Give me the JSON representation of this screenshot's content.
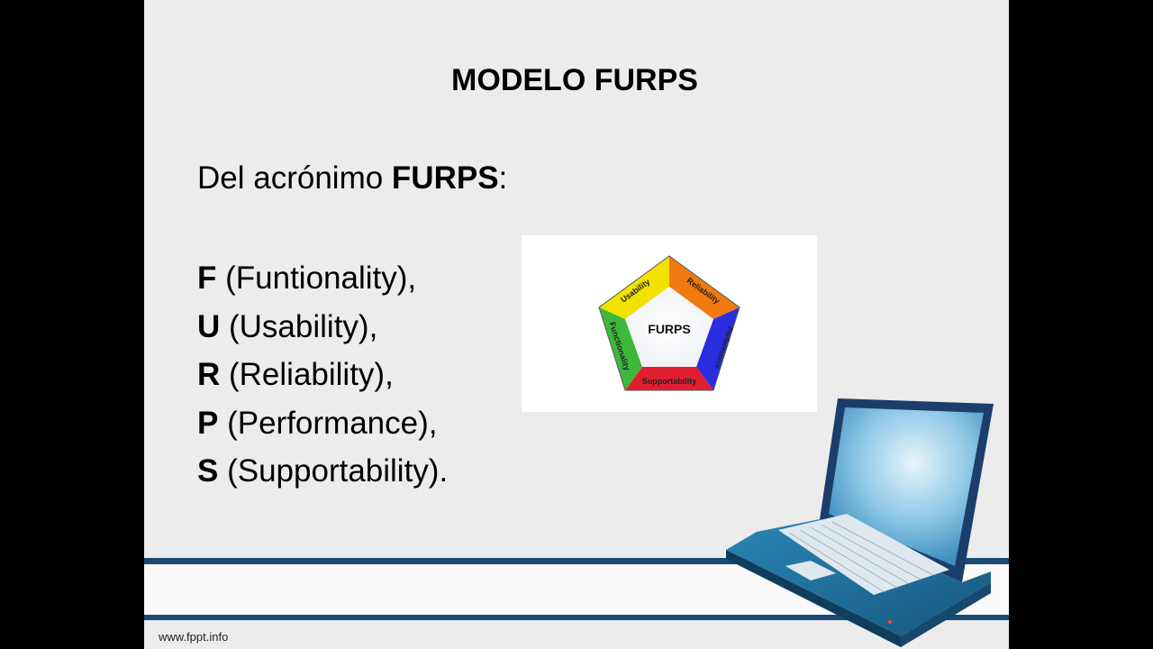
{
  "slide": {
    "title": "MODELO FURPS",
    "intro_prefix": "Del acrónimo ",
    "intro_bold": "FURPS",
    "intro_suffix": ":",
    "items": [
      {
        "letter": "F",
        "text": " (Funtionality),"
      },
      {
        "letter": "U",
        "text": " (Usability),"
      },
      {
        "letter": "R",
        "text": " (Reliability),"
      },
      {
        "letter": "P",
        "text": " (Performance),"
      },
      {
        "letter": "S",
        "text": " (Supportability)."
      }
    ],
    "footer": "www.fppt.info"
  },
  "diagram": {
    "center_label": "FURPS",
    "segments": [
      {
        "label": "Usability",
        "color": "#f2e200"
      },
      {
        "label": "Reliability",
        "color": "#f07a10"
      },
      {
        "label": "Performance",
        "color": "#2a2ee0"
      },
      {
        "label": "Supportability",
        "color": "#e01e30"
      },
      {
        "label": "Functionality",
        "color": "#3db83a"
      }
    ]
  },
  "colors": {
    "background": "#ececec",
    "band": "#1b4b72",
    "laptop_body": "#1d6f9a"
  },
  "icons": [
    "laptop-illustration"
  ]
}
